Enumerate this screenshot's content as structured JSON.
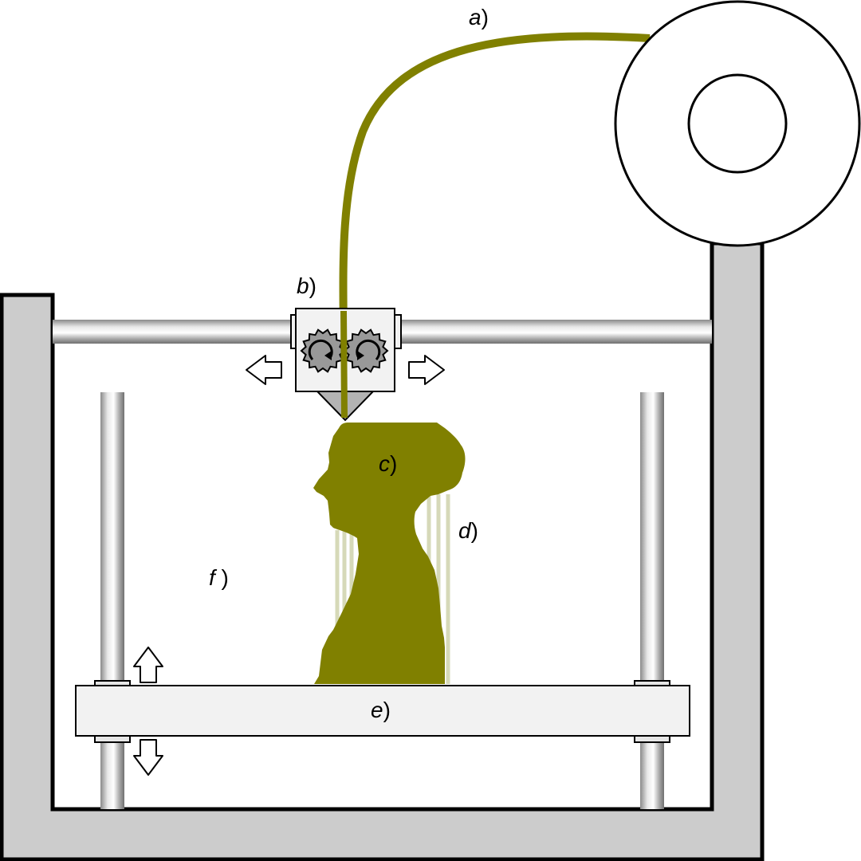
{
  "diagram": {
    "labels": {
      "a": {
        "letter": "a",
        "paren": ")"
      },
      "b": {
        "letter": "b",
        "paren": ")"
      },
      "c": {
        "letter": "c",
        "paren": ")"
      },
      "d": {
        "letter": "d",
        "paren": ")"
      },
      "e": {
        "letter": "e",
        "paren": ")"
      },
      "f": {
        "letter": "f",
        "paren": " )"
      }
    },
    "colors": {
      "filament": "#808000",
      "support": "#d6d9b8",
      "frame": "#cccccc",
      "gear": "#999999",
      "head": "#f2f2f2",
      "bed": "#f2f2f2"
    },
    "icons": [
      "filament-spool-icon",
      "gear-icon",
      "rotate-cw-icon",
      "rotate-ccw-icon",
      "arrow-left-icon",
      "arrow-right-icon",
      "arrow-up-icon",
      "arrow-down-icon"
    ]
  }
}
